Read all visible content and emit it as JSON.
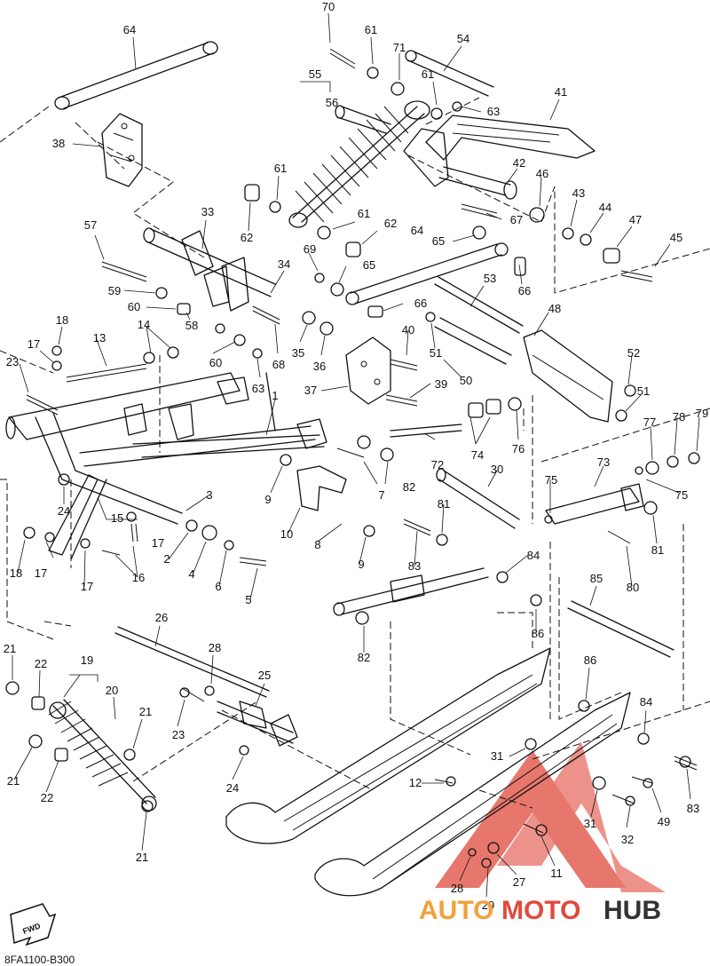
{
  "diagram_code": "8FA1100-B300",
  "fwd_label": "FWD",
  "watermark": {
    "auto": "AUTO",
    "moto": "MOTO",
    "hub": "HUB",
    "color_orange": "#f0a23a",
    "color_red": "#e04a3c",
    "color_dark": "#333333"
  },
  "callouts": [
    {
      "id": "c70",
      "text": "70"
    },
    {
      "id": "c61a",
      "text": "61"
    },
    {
      "id": "c71",
      "text": "71"
    },
    {
      "id": "c54",
      "text": "54"
    },
    {
      "id": "c64a",
      "text": "64"
    },
    {
      "id": "c55",
      "text": "55"
    },
    {
      "id": "c56",
      "text": "56"
    },
    {
      "id": "c61b",
      "text": "61"
    },
    {
      "id": "c63a",
      "text": "63"
    },
    {
      "id": "c41",
      "text": "41"
    },
    {
      "id": "c38",
      "text": "38"
    },
    {
      "id": "c42",
      "text": "42"
    },
    {
      "id": "c46",
      "text": "46"
    },
    {
      "id": "c61c",
      "text": "61"
    },
    {
      "id": "c43",
      "text": "43"
    },
    {
      "id": "c44",
      "text": "44"
    },
    {
      "id": "c47",
      "text": "47"
    },
    {
      "id": "c45",
      "text": "45"
    },
    {
      "id": "c33",
      "text": "33"
    },
    {
      "id": "c62a",
      "text": "62"
    },
    {
      "id": "c61d",
      "text": "61"
    },
    {
      "id": "c62b",
      "text": "62"
    },
    {
      "id": "c67",
      "text": "67"
    },
    {
      "id": "c57",
      "text": "57"
    },
    {
      "id": "c64b",
      "text": "64"
    },
    {
      "id": "c65a",
      "text": "65"
    },
    {
      "id": "c69",
      "text": "69"
    },
    {
      "id": "c34",
      "text": "34"
    },
    {
      "id": "c65b",
      "text": "65"
    },
    {
      "id": "c66a",
      "text": "66"
    },
    {
      "id": "c59",
      "text": "59"
    },
    {
      "id": "c53",
      "text": "53"
    },
    {
      "id": "c60a",
      "text": "60"
    },
    {
      "id": "c66b",
      "text": "66"
    },
    {
      "id": "c48",
      "text": "48"
    },
    {
      "id": "c18a",
      "text": "18"
    },
    {
      "id": "c14",
      "text": "14"
    },
    {
      "id": "c58",
      "text": "58"
    },
    {
      "id": "c13",
      "text": "13"
    },
    {
      "id": "c17a",
      "text": "17"
    },
    {
      "id": "c60b",
      "text": "60"
    },
    {
      "id": "c35",
      "text": "35"
    },
    {
      "id": "c36",
      "text": "36"
    },
    {
      "id": "c40",
      "text": "40"
    },
    {
      "id": "c51a",
      "text": "51"
    },
    {
      "id": "c52",
      "text": "52"
    },
    {
      "id": "c23a",
      "text": "23"
    },
    {
      "id": "c63b",
      "text": "63"
    },
    {
      "id": "c68",
      "text": "68"
    },
    {
      "id": "c50",
      "text": "50"
    },
    {
      "id": "c37",
      "text": "37"
    },
    {
      "id": "c39",
      "text": "39"
    },
    {
      "id": "c51b",
      "text": "51"
    },
    {
      "id": "c1",
      "text": "1"
    },
    {
      "id": "c77",
      "text": "77"
    },
    {
      "id": "c78",
      "text": "78"
    },
    {
      "id": "c79",
      "text": "79"
    },
    {
      "id": "c74",
      "text": "74"
    },
    {
      "id": "c76",
      "text": "76"
    },
    {
      "id": "c72",
      "text": "72"
    },
    {
      "id": "c73",
      "text": "73"
    },
    {
      "id": "c9a",
      "text": "9"
    },
    {
      "id": "c7",
      "text": "7"
    },
    {
      "id": "c82a",
      "text": "82"
    },
    {
      "id": "c24a",
      "text": "24"
    },
    {
      "id": "c30",
      "text": "30"
    },
    {
      "id": "c75a",
      "text": "75"
    },
    {
      "id": "c75b",
      "text": "75"
    },
    {
      "id": "c3",
      "text": "3"
    },
    {
      "id": "c10",
      "text": "10"
    },
    {
      "id": "c15",
      "text": "15"
    },
    {
      "id": "c17b",
      "text": "17"
    },
    {
      "id": "c81a",
      "text": "81"
    },
    {
      "id": "c8",
      "text": "8"
    },
    {
      "id": "c81b",
      "text": "81"
    },
    {
      "id": "c18b",
      "text": "18"
    },
    {
      "id": "c17c",
      "text": "17"
    },
    {
      "id": "c2",
      "text": "2"
    },
    {
      "id": "c9b",
      "text": "9"
    },
    {
      "id": "c80",
      "text": "80"
    },
    {
      "id": "c16",
      "text": "16"
    },
    {
      "id": "c4",
      "text": "4"
    },
    {
      "id": "c6",
      "text": "6"
    },
    {
      "id": "c83a",
      "text": "83"
    },
    {
      "id": "c84a",
      "text": "84"
    },
    {
      "id": "c17d",
      "text": "17"
    },
    {
      "id": "c5",
      "text": "5"
    },
    {
      "id": "c85",
      "text": "85"
    },
    {
      "id": "c86a",
      "text": "86"
    },
    {
      "id": "c26",
      "text": "26"
    },
    {
      "id": "c82b",
      "text": "82"
    },
    {
      "id": "c21a",
      "text": "21"
    },
    {
      "id": "c22a",
      "text": "22"
    },
    {
      "id": "c19",
      "text": "19"
    },
    {
      "id": "c28a",
      "text": "28"
    },
    {
      "id": "c86b",
      "text": "86"
    },
    {
      "id": "c25",
      "text": "25"
    },
    {
      "id": "c20",
      "text": "20"
    },
    {
      "id": "c84b",
      "text": "84"
    },
    {
      "id": "c21b",
      "text": "21"
    },
    {
      "id": "c23b",
      "text": "23"
    },
    {
      "id": "c31a",
      "text": "31"
    },
    {
      "id": "c24b",
      "text": "24"
    },
    {
      "id": "c21c",
      "text": "21"
    },
    {
      "id": "c22b",
      "text": "22"
    },
    {
      "id": "c12",
      "text": "12"
    },
    {
      "id": "c83b",
      "text": "83"
    },
    {
      "id": "c31b",
      "text": "31"
    },
    {
      "id": "c49",
      "text": "49"
    },
    {
      "id": "c32",
      "text": "32"
    },
    {
      "id": "c21d",
      "text": "21"
    },
    {
      "id": "c11",
      "text": "11"
    },
    {
      "id": "c27",
      "text": "27"
    },
    {
      "id": "c28b",
      "text": "28"
    },
    {
      "id": "c29",
      "text": "29"
    }
  ]
}
